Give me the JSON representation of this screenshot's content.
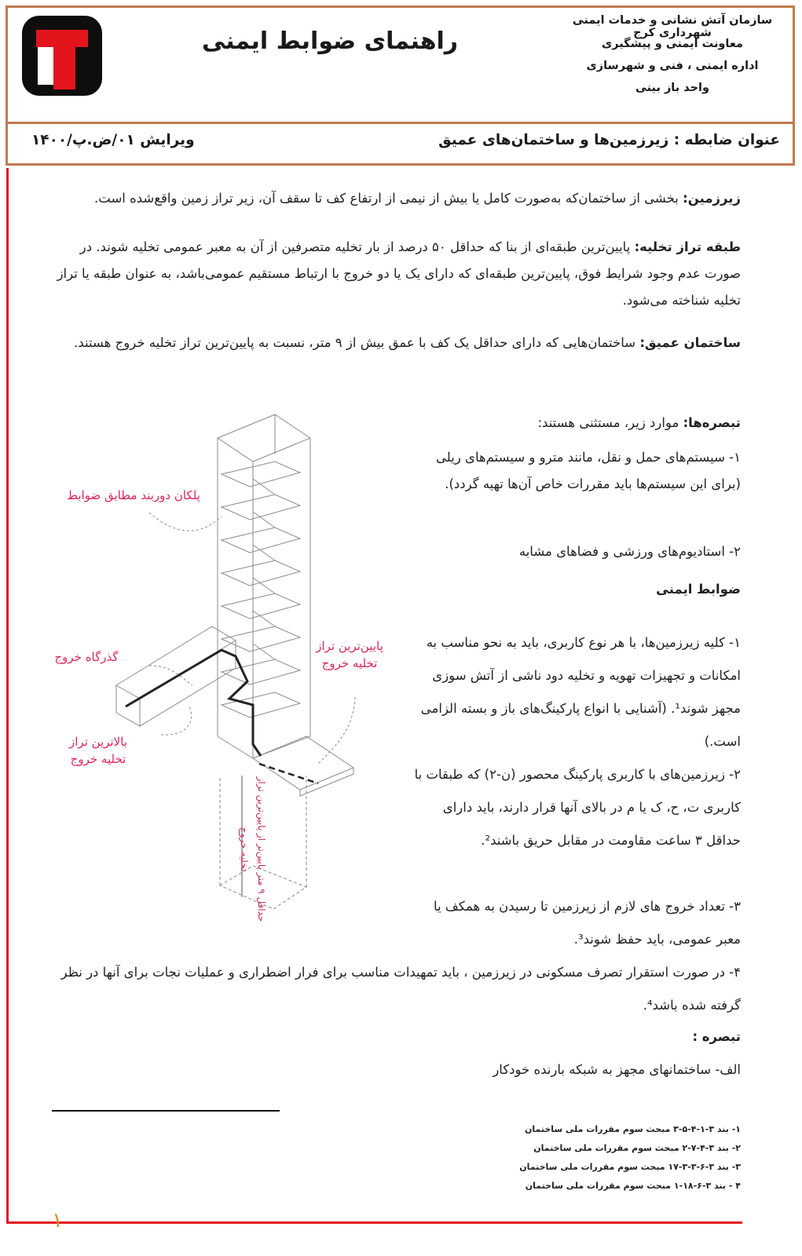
{
  "header": {
    "title": "راهنمای ضوابط ایمنی",
    "org_lines": [
      "سازمان آتش نشانی و خدمات ایمنی شهرداری کرج",
      "معاونت ایمنی و پیشگیری",
      "اداره ایمنی ، فنی و شهرسازی",
      "واحد باز بینی"
    ],
    "subject": "عنوان ضابطه : زیرزمین‌ها و ساختمان‌های عمیق",
    "version": "ویرایش ۰۱/ض.پ/۱۴۰۰"
  },
  "body": {
    "def_basement_term": "زیرزمین:",
    "def_basement_text": " بخشی از ساختمان‌که به‌صورت کامل یا بیش از نیمی از ارتفاع کف تا سقف آن، زیر تراز زمین واقع‌شده است.",
    "def_exit_level_term": "طبقه تراز تخلیه:",
    "def_exit_level_text": " پایین‌ترین طبقه‌ای از بنا که حداقل ۵۰ درصد از بار تخلیه متصرفین از آن به معبر عمومی تخلیه شوند. در صورت عدم وجود شرایط فوق، پایین‌ترین طبقه‌ای که دارای یک یا دو خروج با ارتباط مستقیم عمومی‌باشد، به عنوان طبقه یا تراز تخلیه شناخته می‌شود.",
    "def_deep_term": "ساختمان عمیق:",
    "def_deep_text": " ساختمان‌هایی که دارای حداقل یک کف با عمق بیش از ۹ متر، نسبت به پایین‌ترین تراز تخلیه خروج هستند.",
    "exceptions_title": "تبصره‌ها:",
    "exceptions_intro": " موارد زیر، مستثنی هستند:",
    "exception_1": "۱- سیستم‌های حمل و نقل، مانند مترو و سیستم‌های ریلی (برای این سیستم‌ها باید مقررات خاص آن‌ها تهیه گردد).",
    "exception_2": "۲- استادیوم‌های ورزشی و فضاهای مشابه",
    "safety_title": "ضوابط ایمنی",
    "rule_1": "۱- کلیه زیرزمین‌ها، با هر نوع کاربری، باید به نحو مناسب به امکانات و تجهیزات تهویه و تخلیه دود ناشی از آتش سوزی مجهز شوند¹. (آشنایی با انواع پارکینگ‌های باز و بسته الزامی است.)",
    "rule_2": "۲- زیرزمین‌های با کاربری پارکینگ محصور (ن-۲) که طبقات با کاربری ت، ح، ک یا م در بالای آنها قرار دارند، باید دارای حداقل ۳ ساعت مقاومت در مقابل حریق باشند².",
    "rule_3": "۳- تعداد خروج های لازم از زیرزمین تا رسیدن به همکف یا معبر عمومی، باید حفظ شوند³.",
    "rule_4": "۴- در صورت استقرار تصرف مسکونی در زیرزمین ، باید تمهیدات مناسب برای فرار اضطراری و عملیات نجات برای آنها در نظر گرفته شده باشد⁴.",
    "note_title": "تبصره :",
    "note_a": "الف- ساختمانهای مجهز به شبکه بارنده خودکار"
  },
  "diagram": {
    "label_stair": "پلکان دوربند مطابق ضوابط",
    "label_passage": "گذرگاه خروج",
    "label_lowest": "پایین‌ترین تراز تخلیه خروج",
    "label_highest": "بالاترین تراز تخلیه خروج",
    "label_depth": "حداقل ۹ متر پایین‌تر از پایین‌ترین تراز تخلیه خروج"
  },
  "footnotes": [
    "۱- بند ۳-۱-۴-۵-۳ مبحث سوم مقررات ملی ساختمان",
    "۲- بند ۳-۴-۷-۲ مبحث سوم مقررات ملی ساختمان",
    "۳- بند ۳-۶-۳-۳-۱۷ مبحث سوم مقررات ملی ساختمان",
    "۴ - بند ۳-۶-۱۸-۱ مبحث سوم مقررات ملی ساختمان"
  ],
  "page_number": "۱"
}
